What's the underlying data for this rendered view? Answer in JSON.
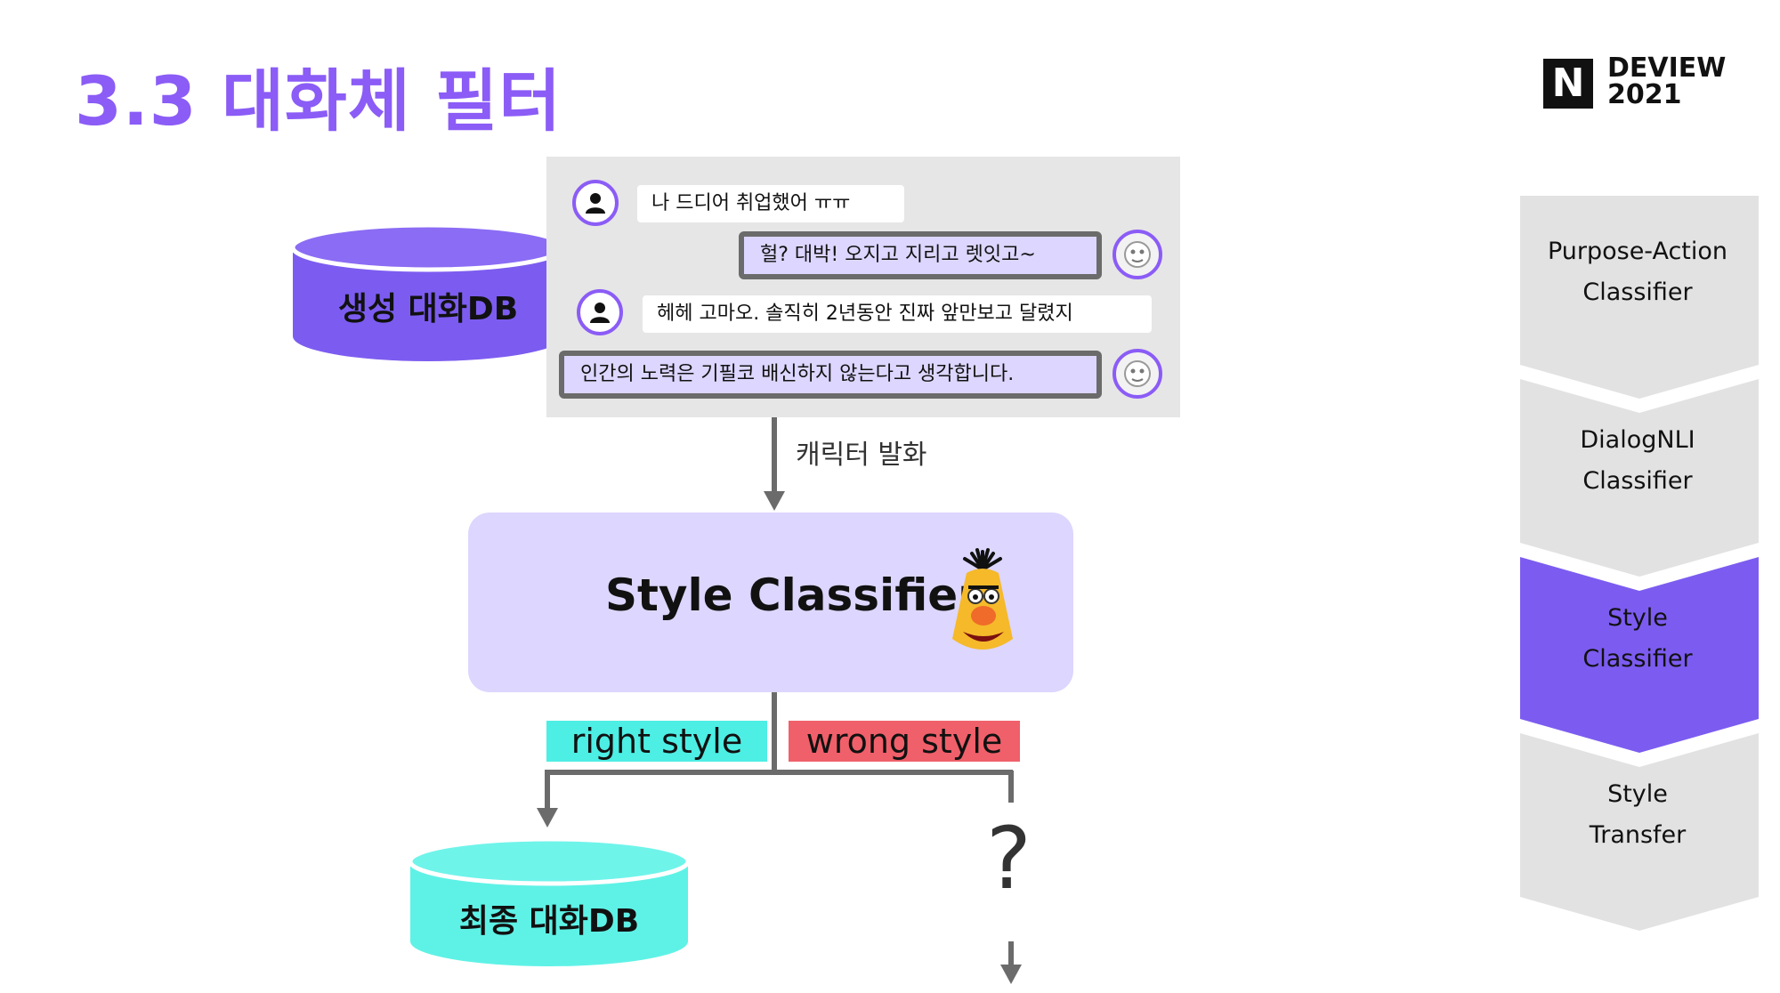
{
  "slide": {
    "title": "3.3 대화체 필터",
    "logo_mark": "N",
    "logo_line1": "DEVIEW",
    "logo_line2": "2021"
  },
  "source_db": {
    "label": "생성 대화DB"
  },
  "chat": {
    "messages": [
      {
        "role": "user",
        "text": "나 드디어 취업했어 ㅠㅠ"
      },
      {
        "role": "bot",
        "text": "헐? 대박! 오지고 지리고 렛잇고~"
      },
      {
        "role": "user",
        "text": "헤헤 고마오. 솔직히 2년동안 진짜 앞만보고 달렸지"
      },
      {
        "role": "bot",
        "text": "인간의 노력은 기필코 배신하지 않는다고 생각합니다."
      }
    ]
  },
  "flow": {
    "arrow_label": "캐릭터 발화",
    "classifier_label": "Style Classifier",
    "right_tag": "right style",
    "wrong_tag": "wrong style",
    "unknown_mark": "?"
  },
  "final_db": {
    "label": "최종 대화DB"
  },
  "pipeline": {
    "steps": [
      {
        "line1": "Purpose-Action",
        "line2": "Classifier",
        "active": false
      },
      {
        "line1": "DialogNLI",
        "line2": "Classifier",
        "active": false
      },
      {
        "line1": "Style",
        "line2": "Classifier",
        "active": true
      },
      {
        "line1": "Style",
        "line2": "Transfer",
        "active": false
      }
    ]
  },
  "colors": {
    "accent_purple": "#8b5cf6",
    "light_purple": "#ddd6fe",
    "db_purple": "#7c5cf0",
    "cyan": "#5ef2e6",
    "tag_cyan": "#4deee4",
    "tag_red": "#f0606a",
    "panel_gray": "#e6e6e6",
    "chevron_gray": "#e2e2e2"
  }
}
